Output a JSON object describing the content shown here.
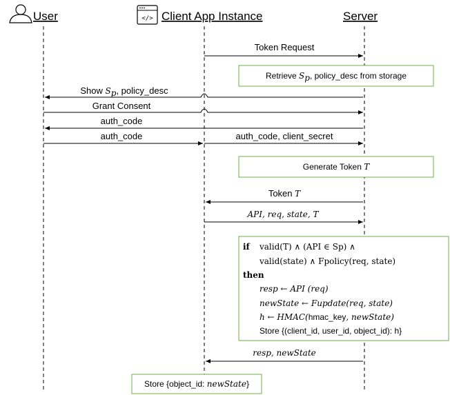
{
  "actors": {
    "user": "User",
    "client": "Client App Instance",
    "server": "Server"
  },
  "messages": {
    "token_request": "Token Request",
    "show_sp_prefix": "Show ",
    "show_sp_var": "S",
    "show_sp_sub": "p",
    "show_sp_suffix": ", policy_desc",
    "grant_consent": "Grant Consent",
    "auth_code_1": "auth_code",
    "auth_code_2": "auth_code",
    "auth_code_secret": "auth_code, client_secret",
    "token_t_prefix": "Token ",
    "token_t_var": "T",
    "api_req": "API, req, state, T",
    "resp_state": "resp, newState"
  },
  "boxes": {
    "retrieve_prefix": "Retrieve ",
    "retrieve_var": "S",
    "retrieve_sub": "p",
    "retrieve_suffix": ", policy_desc from storage",
    "generate_prefix": "Generate Token ",
    "generate_var": "T",
    "store_prefix": "Store {object_id: ",
    "store_var": "newState",
    "store_suffix": "}"
  },
  "logic": {
    "kw_if": "if",
    "line1": "valid(T) ∧ (API ∈ Sp) ∧",
    "line2": "valid(state) ∧ Fpolicy(req, state)",
    "kw_then": "then",
    "line3": "resp ← API (req)",
    "line4": "newState ← Fupdate(req, state)",
    "line5_a": "h ← HMAC(",
    "line5_b": "hmac_key",
    "line5_c": ", newState)",
    "line6": "Store {(client_id, user_id, object_id): h}"
  },
  "colors": {
    "box_border": "#70ad47",
    "line": "#000000"
  },
  "icons": {
    "user": "person-icon",
    "client": "code-window-icon"
  }
}
